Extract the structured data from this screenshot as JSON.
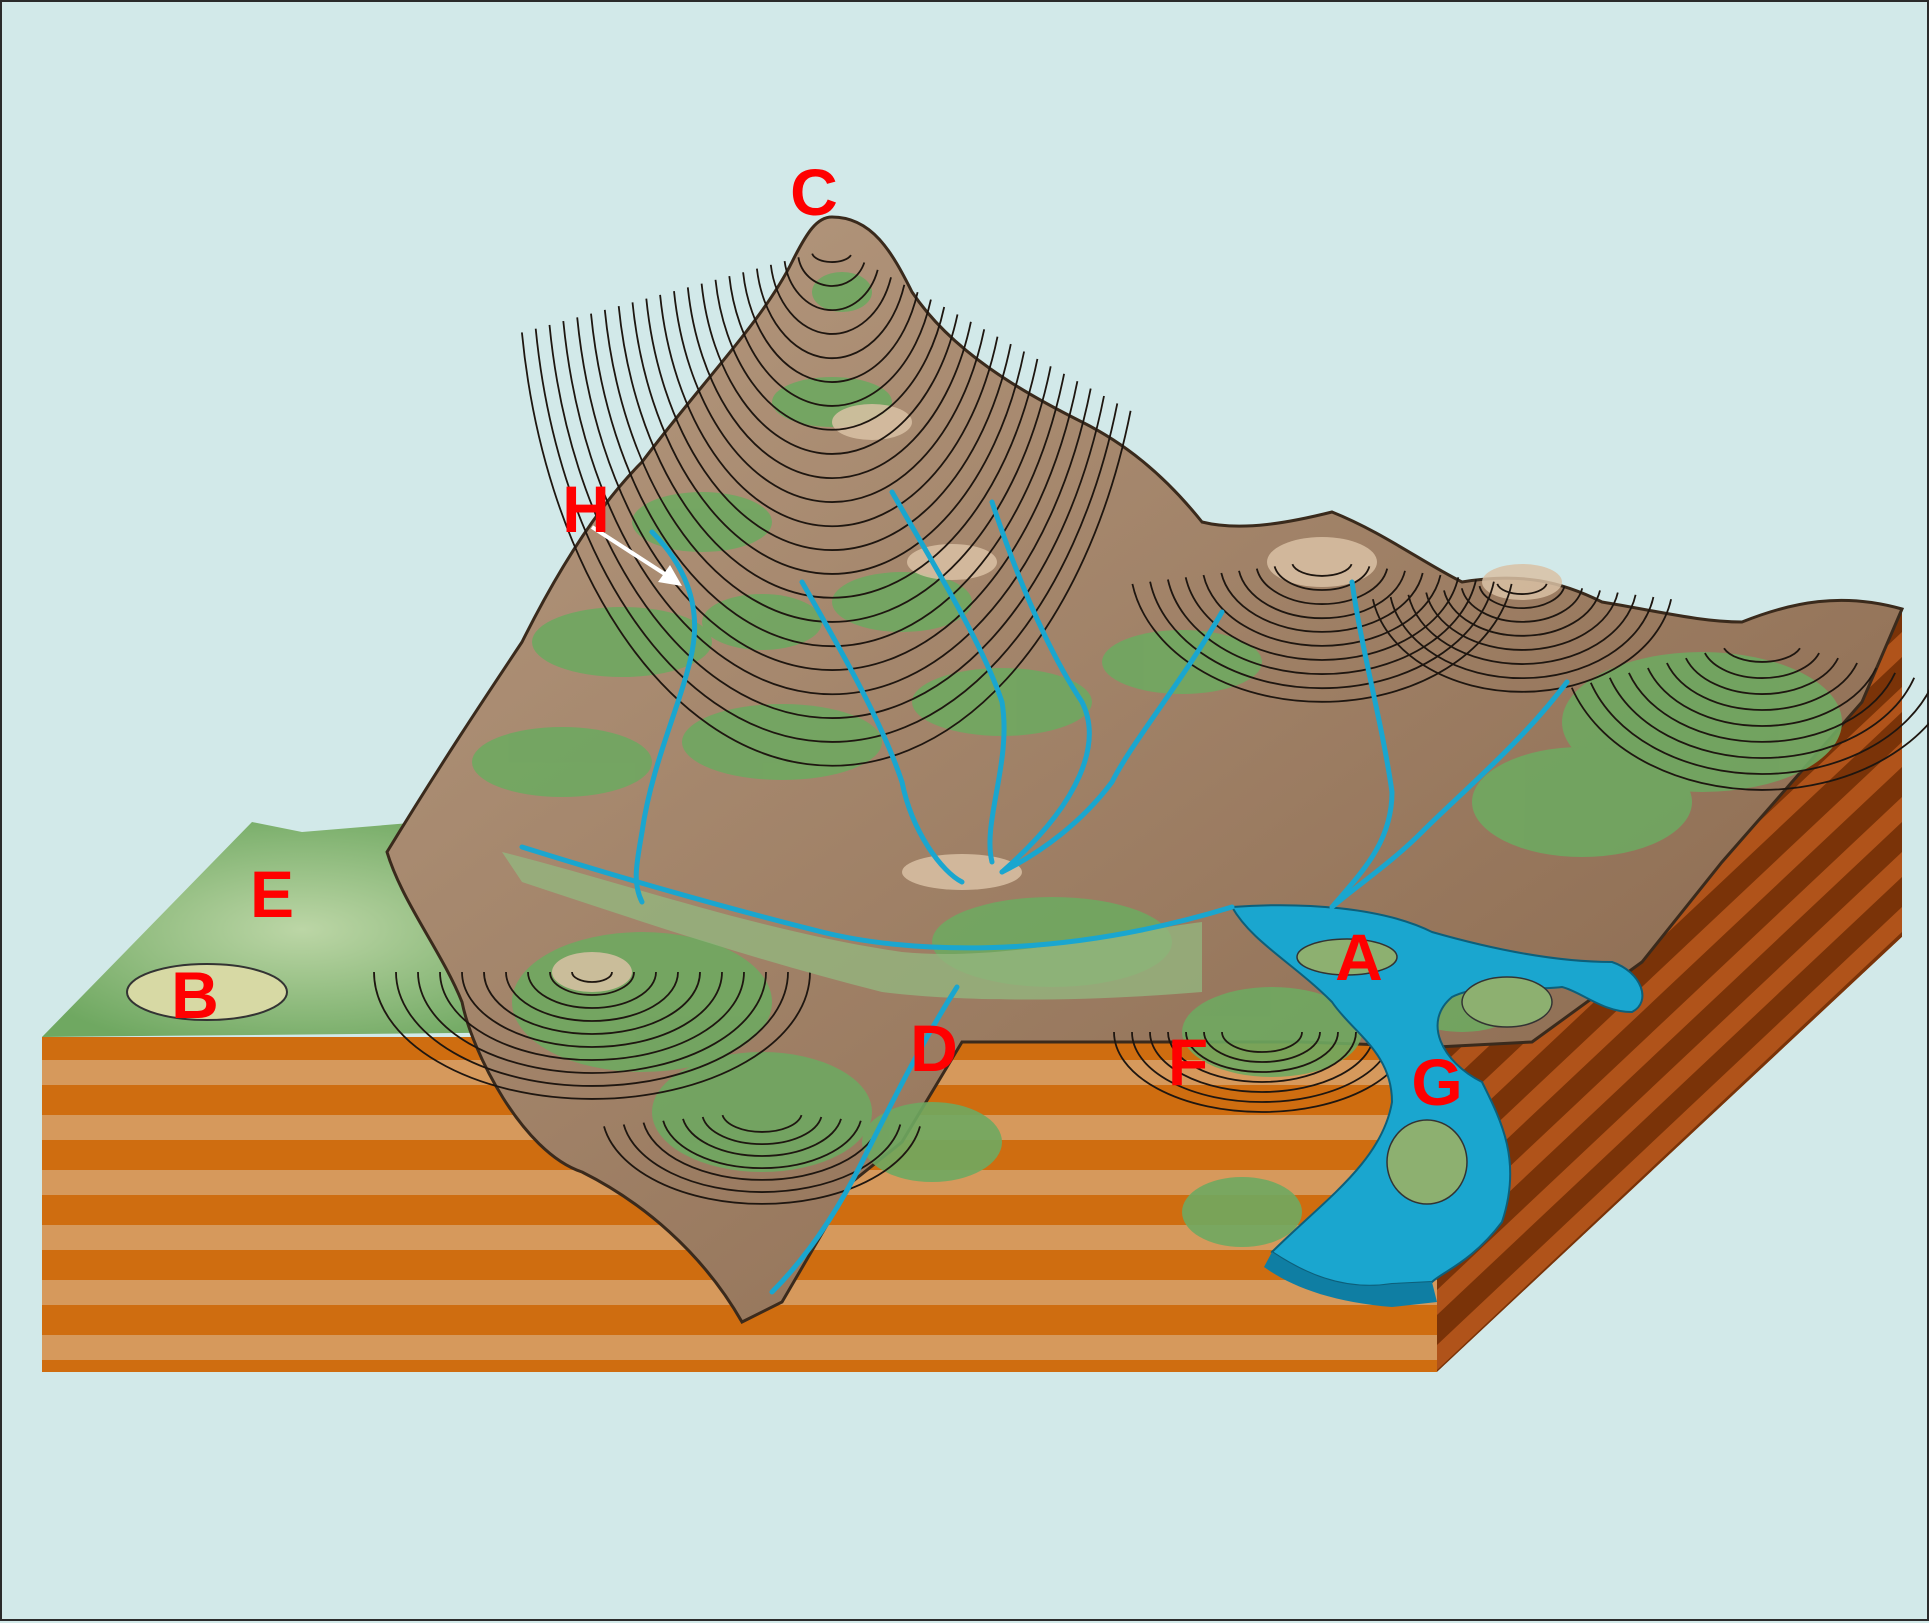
{
  "labels": {
    "A": "A",
    "B": "B",
    "C": "C",
    "D": "D",
    "E": "E",
    "F": "F",
    "G": "G",
    "H": "H"
  },
  "colors": {
    "background": "#d2e9e9",
    "label": "#ff0000",
    "water": "#1aa6cf",
    "rock_brown": "#9a7a5e",
    "vegetation_green": "#6fa861",
    "strata_dark": "#cf6d10",
    "strata_light": "#d6995c",
    "side_dark": "#7a3308",
    "side_light": "#b0531a"
  }
}
